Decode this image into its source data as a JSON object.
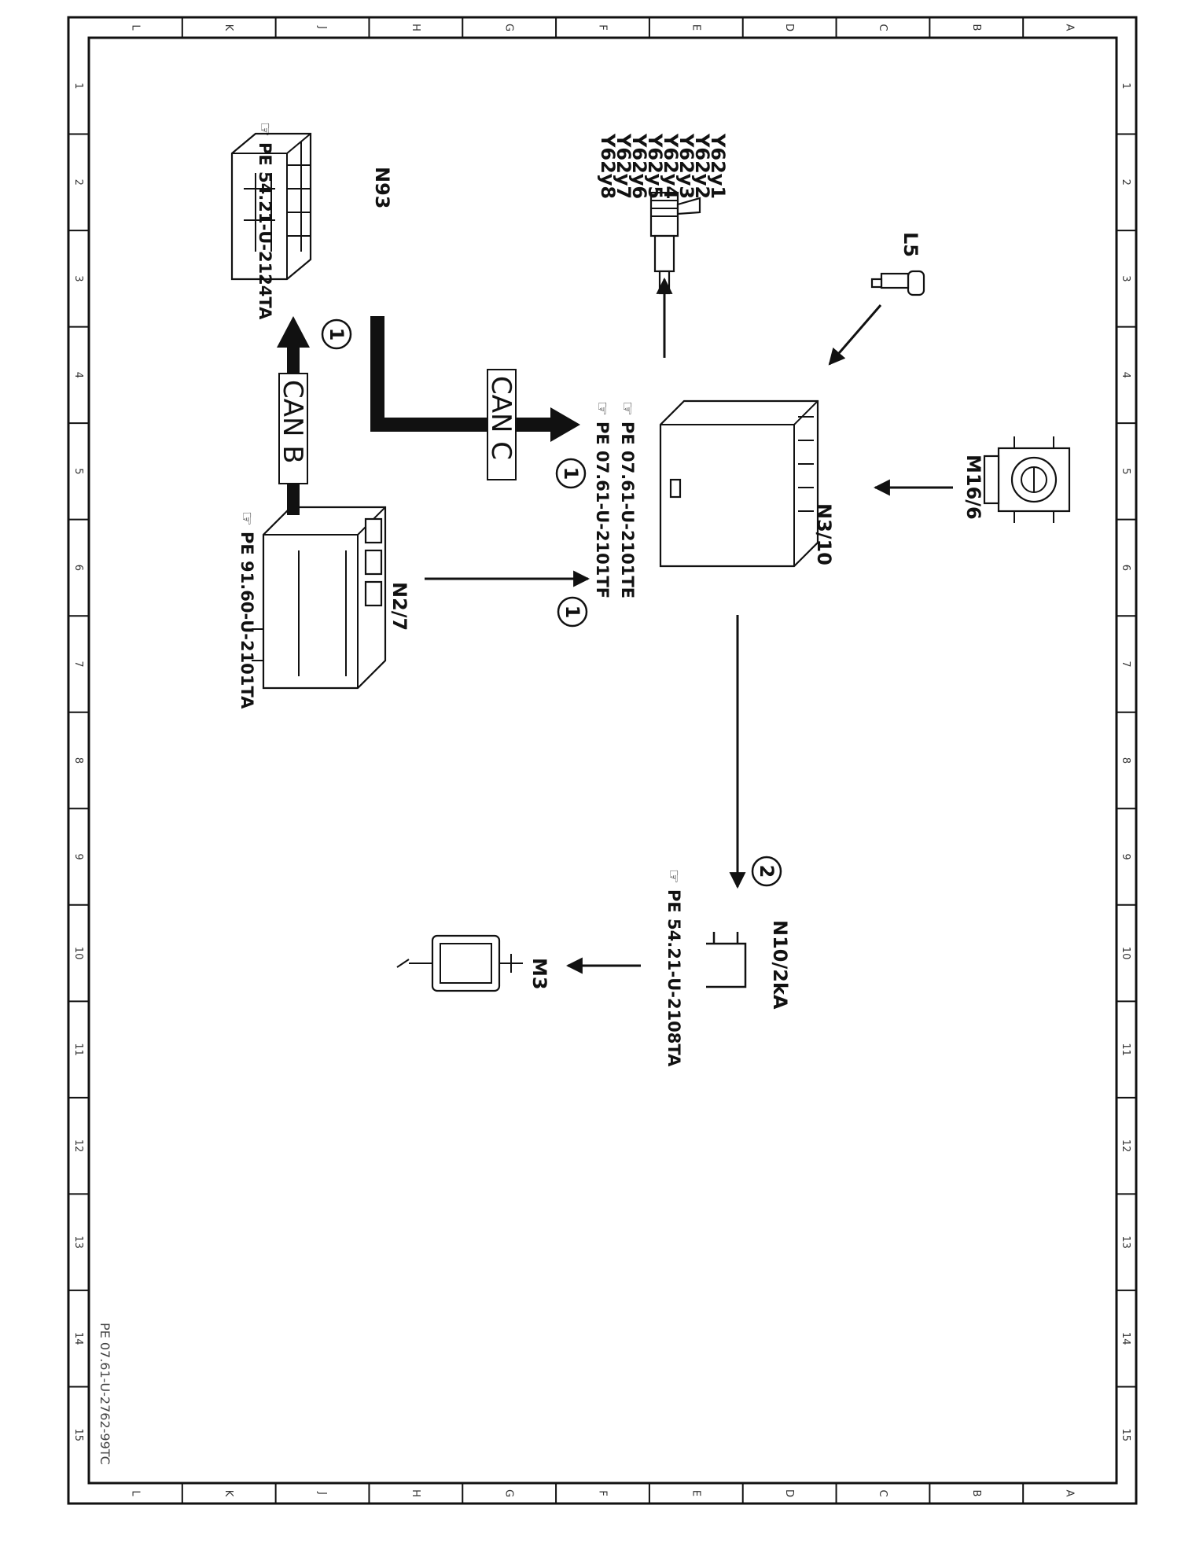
{
  "document_ref": "PE 07.61-U-2762-99TC",
  "grid": {
    "columns": [
      "L",
      "K",
      "J",
      "H",
      "G",
      "F",
      "E",
      "D",
      "C",
      "B",
      "A"
    ],
    "rows": [
      "1",
      "2",
      "3",
      "4",
      "5",
      "6",
      "7",
      "8",
      "9",
      "10",
      "11",
      "12",
      "13",
      "14",
      "15"
    ]
  },
  "components": {
    "n93": {
      "label": "N93",
      "ref": "PE 54.21-U-2124TA"
    },
    "n2_7": {
      "label": "N2/7",
      "ref": "PE 91.60-U-2101TA"
    },
    "n3_10": {
      "label": "N3/10",
      "refs": [
        "PE 07.61-U-2101TE",
        "PE 07.61-U-2101TF"
      ]
    },
    "injectors": {
      "labels": [
        "Y62y1",
        "Y62y2",
        "Y62y3",
        "Y62y4",
        "Y62y5",
        "Y62y6",
        "Y62y7",
        "Y62y8"
      ]
    },
    "l5": {
      "label": "L5"
    },
    "m16_6": {
      "label": "M16/6"
    },
    "n10_2ka": {
      "label": "N10/2kA",
      "ref": "PE 54.21-U-2108TA"
    },
    "m3": {
      "label": "M3"
    }
  },
  "buses": {
    "can_b": "CAN B",
    "can_c": "CAN C"
  },
  "markers": {
    "m1": "1",
    "m2": "2"
  }
}
